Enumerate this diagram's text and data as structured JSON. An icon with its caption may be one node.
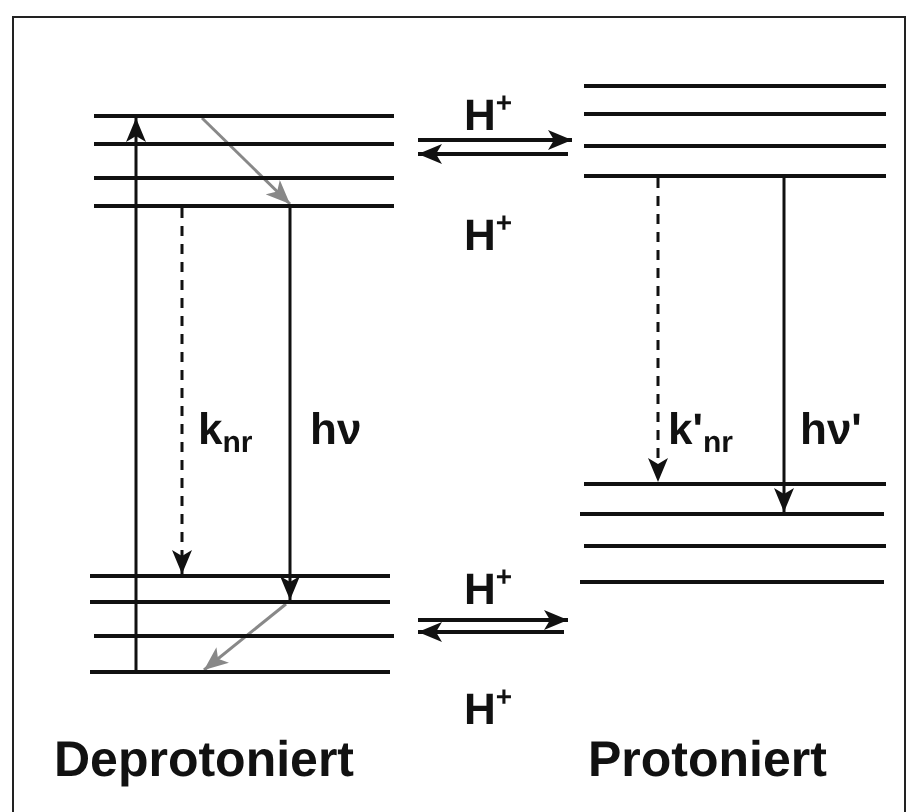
{
  "diagram": {
    "nodes": [
      {
        "text": [],
        "shape": "bar"
      },
      {
        "text": [],
        "shape": "bar"
      },
      {
        "text": [],
        "shape": "bar"
      },
      {
        "text": [],
        "shape": "bar"
      },
      {
        "text": [],
        "shape": "bar"
      },
      {
        "text": [],
        "shape": "bar"
      },
      {
        "text": [],
        "shape": "bar"
      },
      {
        "text": [],
        "shape": "bar"
      },
      {
        "text": [],
        "shape": "bar"
      },
      {
        "text": [],
        "shape": "bar"
      },
      {
        "text": [],
        "shape": "bar"
      },
      {
        "text": [],
        "shape": "bar"
      },
      {
        "text": [],
        "shape": "bar"
      },
      {
        "text": [],
        "shape": "bar"
      },
      {
        "text": [],
        "shape": "bar"
      },
      {
        "text": [],
        "shape": "bar"
      }
    ],
    "edges": [
      {
        "from": 7,
        "to": 0,
        "arrow": "to"
      },
      {
        "from": 0,
        "to": 3,
        "arrow": "to",
        "color": "#888888"
      },
      {
        "from": 3,
        "to": 4,
        "arrow": "to",
        "style": "dashed",
        "label": "k$_{nr}$"
      },
      {
        "from": 3,
        "to": 5,
        "arrow": "to",
        "label": "hν"
      },
      {
        "from": 5,
        "to": 7,
        "arrow": "to",
        "color": "#888888"
      },
      {
        "from": 1,
        "to": 10,
        "arrow": "to",
        "label": "H$^{+}$"
      },
      {
        "from": 10,
        "to": 1,
        "arrow": "to",
        "label": "H$^{+}$"
      },
      {
        "from": 11,
        "to": 12,
        "arrow": "to",
        "style": "dashed",
        "label": "k'$_{nr}$"
      },
      {
        "from": 11,
        "to": 13,
        "arrow": "to",
        "label": "hν'"
      },
      {
        "from": 6,
        "to": 15,
        "arrow": "to",
        "label": "H$^{+}$"
      },
      {
        "from": 15,
        "to": 6,
        "arrow": "to",
        "label": "H$^{+}$"
      }
    ],
    "labels": [
      "Deprotoniert",
      "Protoniert"
    ]
  }
}
